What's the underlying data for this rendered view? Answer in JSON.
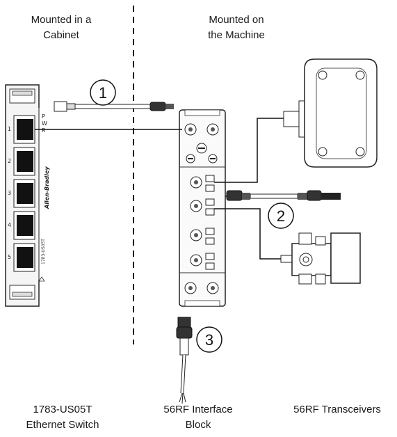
{
  "zones": {
    "cabinet": [
      "Mounted in a",
      "Cabinet"
    ],
    "machine": [
      "Mounted on",
      "the Machine"
    ]
  },
  "callouts": [
    "1",
    "2",
    "3"
  ],
  "components": {
    "switch": [
      "1783-US05T",
      "Ethernet Switch"
    ],
    "interface_block": [
      "56RF Interface",
      "Block"
    ],
    "transceivers": [
      "56RF Transceivers"
    ]
  },
  "switch_device": {
    "port_numbers": [
      "1",
      "2",
      "3",
      "4",
      "5"
    ],
    "brand": "Allen-Bradley",
    "model": "1783-US05T",
    "status_letters": [
      "P",
      "W",
      "R"
    ]
  }
}
